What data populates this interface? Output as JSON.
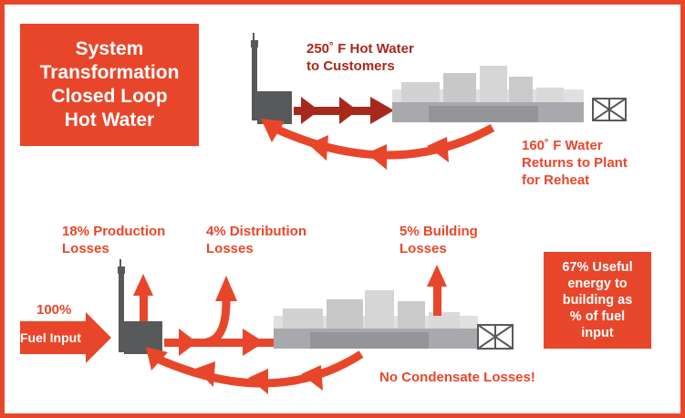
{
  "title": {
    "lines": [
      "System",
      "Transformation",
      "Closed Loop",
      "Hot Water"
    ]
  },
  "top_diagram": {
    "supply_label": [
      "250˚ F Hot Water",
      "to Customers"
    ],
    "return_label": [
      "160˚ F Water",
      "Returns to Plant",
      "for Reheat"
    ]
  },
  "bottom_diagram": {
    "fuel_percent": "100%",
    "fuel_label": "Fuel Input",
    "production_loss": [
      "18% Production",
      "Losses"
    ],
    "distribution_loss": [
      "4% Distribution",
      "Losses"
    ],
    "building_loss": [
      "5% Building",
      "Losses"
    ],
    "condensate_note": "No Condensate Losses!"
  },
  "useful_box": {
    "lines": [
      "67% Useful",
      "energy to",
      "building as",
      "% of fuel",
      "input"
    ]
  },
  "colors": {
    "accent": "#e8462a",
    "dark_red": "#a8291c",
    "plant_gray": "#58595b"
  }
}
